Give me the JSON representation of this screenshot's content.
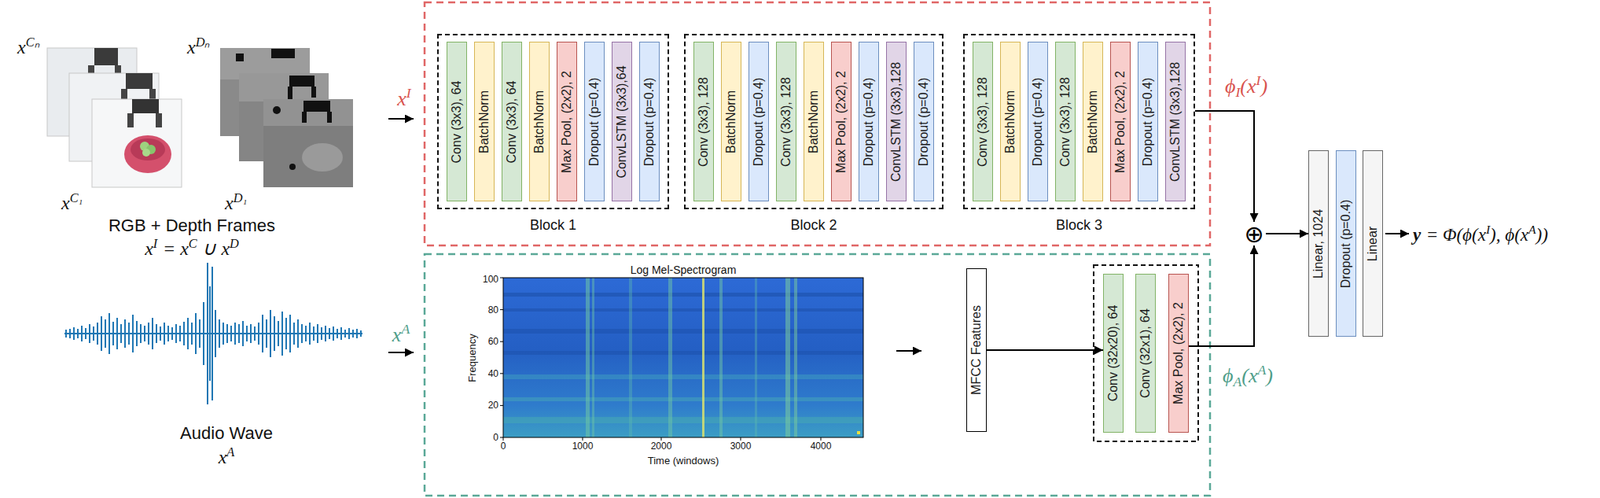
{
  "diagram": {
    "nodes": [
      {
        "text": [
          "Block 1"
        ]
      },
      {
        "text": [
          "Conv (3x3), 64"
        ],
        "in": 0
      },
      {
        "text": [
          "BatchNorm"
        ],
        "in": 0
      },
      {
        "text": [
          "Conv (3x3), 64"
        ],
        "in": 0
      },
      {
        "text": [
          "BatchNorm"
        ],
        "in": 0
      },
      {
        "text": [
          "Max Pool, (2x2), 2"
        ],
        "in": 0
      },
      {
        "text": [
          "Dropout (p=0.4)"
        ],
        "in": 0
      },
      {
        "text": [
          "ConvLSTM (3x3),64"
        ],
        "in": 0
      },
      {
        "text": [
          "Dropout (p=0.4)"
        ],
        "in": 0
      },
      {
        "text": [
          "Block 2"
        ]
      },
      {
        "text": [
          "Conv (3x3), 128"
        ],
        "in": 9
      },
      {
        "text": [
          "BatchNorm"
        ],
        "in": 9
      },
      {
        "text": [
          "Dropout (p=0.4)"
        ],
        "in": 9
      },
      {
        "text": [
          "Conv (3x3), 128"
        ],
        "in": 9
      },
      {
        "text": [
          "BatchNorm"
        ],
        "in": 9
      },
      {
        "text": [
          "Max Pool, (2x2), 2"
        ],
        "in": 9
      },
      {
        "text": [
          "Dropout (p=0.4)"
        ],
        "in": 9
      },
      {
        "text": [
          "ConvLSTM (3x3),128"
        ],
        "in": 9
      },
      {
        "text": [
          "Dropout (p=0.4)"
        ],
        "in": 9
      },
      {
        "text": [
          "Block 3"
        ]
      },
      {
        "text": [
          "Conv (3x3), 128"
        ],
        "in": 19
      },
      {
        "text": [
          "BatchNorm"
        ],
        "in": 19
      },
      {
        "text": [
          "Dropout (p=0.4)"
        ],
        "in": 19
      },
      {
        "text": [
          "Conv (3x3), 128"
        ],
        "in": 19
      },
      {
        "text": [
          "BatchNorm"
        ],
        "in": 19
      },
      {
        "text": [
          "Max Pool, (2x2), 2"
        ],
        "in": 19
      },
      {
        "text": [
          "Dropout (p=0.4)"
        ],
        "in": 19
      },
      {
        "text": [
          "ConvLSTM (3x3),128"
        ],
        "in": 19
      },
      {
        "text": [
          "MFCC Features"
        ]
      },
      {
        "text": [
          "Conv (32x20), 64"
        ]
      },
      {
        "text": [
          "Conv (32x1), 64"
        ]
      },
      {
        "text": [
          "Max Pool, (2x2), 2"
        ]
      },
      {
        "text": [
          "⊕"
        ]
      },
      {
        "text": [
          "Linear, 1024"
        ]
      },
      {
        "text": [
          "Dropout (p=0.4)"
        ]
      },
      {
        "text": [
          "Linear"
        ]
      }
    ],
    "edges": [
      {
        "from": 19,
        "to": 32,
        "arrow": "to"
      },
      {
        "from": 31,
        "to": 32,
        "arrow": "to"
      },
      {
        "from": 32,
        "to": 33,
        "arrow": "to"
      },
      {
        "from": 28,
        "to": 29,
        "arrow": "to"
      }
    ],
    "labels": [
      "x",
      "Cₙ",
      "x",
      "Dₙ",
      "x",
      "C₁",
      "x",
      "D₁",
      "RGB + Depth Frames",
      "x",
      "I",
      "= x",
      "C",
      "∪ x",
      "D",
      "Audio Wave",
      "x",
      "A",
      "x",
      "I",
      "x",
      "A",
      "Log Mel-Spectrogram",
      "Frequency",
      "Time (windows)",
      "0",
      "20",
      "40",
      "60",
      "80",
      "100",
      "0",
      "1000",
      "2000",
      "3000",
      "4000",
      "ϕ",
      "I",
      "(x",
      "I",
      ")",
      "ϕ",
      "A",
      "(x",
      "A",
      ")",
      "y",
      "= Φ(ϕ(x",
      "I",
      "), ϕ(x",
      "A",
      "))"
    ]
  }
}
